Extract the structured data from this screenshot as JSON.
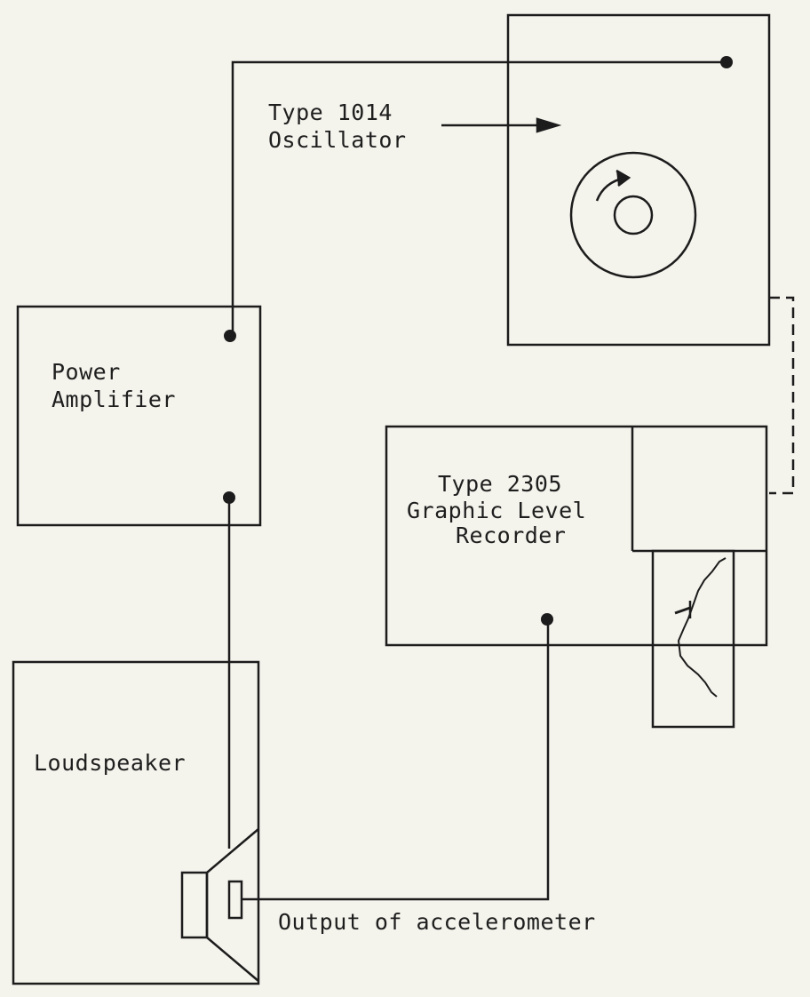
{
  "oscillator": {
    "line1": "Type 1014",
    "line2": "Oscillator"
  },
  "power_amplifier": {
    "line1": "Power",
    "line2": "Amplifier"
  },
  "level_recorder": {
    "line1": "Type 2305",
    "line2": "Graphic Level",
    "line3": "Recorder"
  },
  "loudspeaker": {
    "label": "Loudspeaker"
  },
  "accelerometer_output": {
    "label": "Output of accelerometer"
  },
  "colors": {
    "ink": "#1c1c1c",
    "paper": "#f4f3ec"
  }
}
